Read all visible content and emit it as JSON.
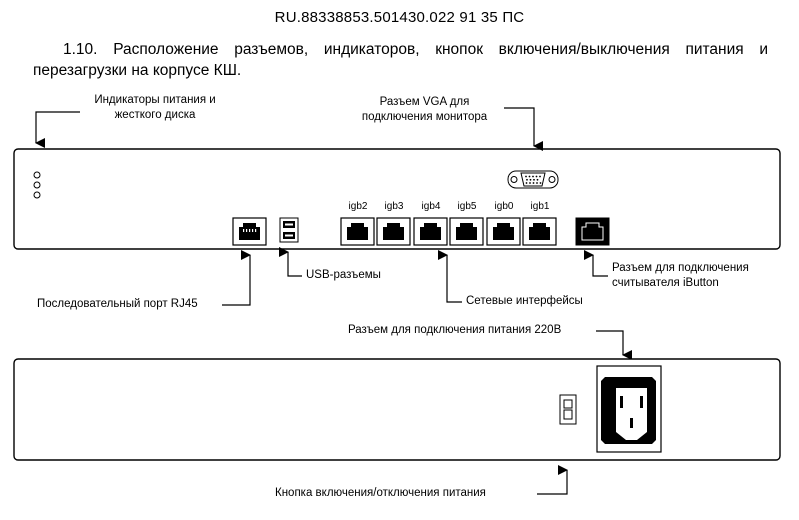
{
  "document": {
    "code": "RU.88338853.501430.022 91 35 ПС",
    "section_number": "1.10.",
    "section_title": "Расположение разъемов, индикаторов, кнопок включения/выключения питания и перезагрузки на корпусе КШ."
  },
  "figure": {
    "callouts": {
      "indicators": [
        "Индикаторы питания и",
        "жесткого диска"
      ],
      "vga": [
        "Разъем VGA для",
        "подключения монитора"
      ],
      "usb": "USB-разъемы",
      "serial": "Последовательный порт RJ45",
      "network": "Сетевые интерфейсы",
      "ibutton": [
        "Разъем для подключения",
        "считывателя iButton"
      ],
      "power_socket": "Разъем для подключения питания 220В",
      "power_button": "Кнопка включения/отключения питания"
    },
    "network_ports": [
      "igb2",
      "igb3",
      "igb4",
      "igb5",
      "igb0",
      "igb1"
    ]
  }
}
